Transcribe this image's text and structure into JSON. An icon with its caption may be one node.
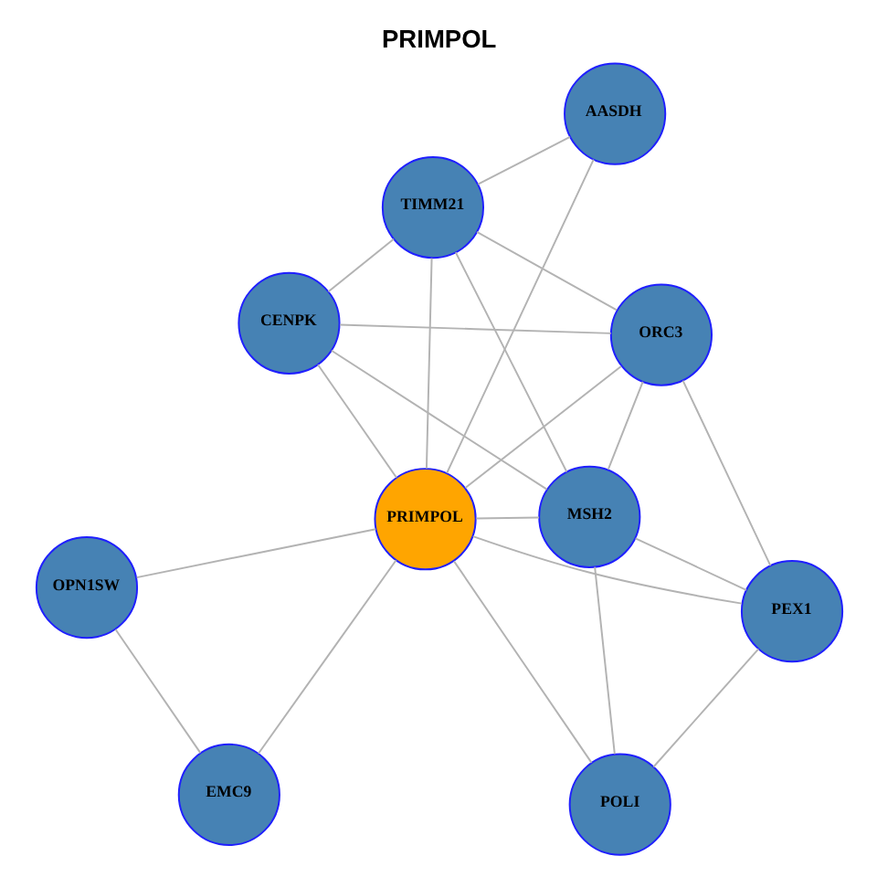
{
  "diagram": {
    "title": "PRIMPOL",
    "nodes": [
      {
        "text": [
          "OPN1SW"
        ]
      },
      {
        "text": [
          "AASDH"
        ]
      },
      {
        "text": [
          "EMC9"
        ]
      },
      {
        "text": [
          "PRIMPOL"
        ]
      },
      {
        "text": [
          "TIMM21"
        ]
      },
      {
        "text": [
          "ORC3"
        ]
      },
      {
        "text": [
          "CENPK"
        ]
      },
      {
        "text": [
          "PEX1"
        ]
      },
      {
        "text": [
          "MSH2"
        ]
      },
      {
        "text": [
          "POLI"
        ]
      }
    ],
    "edges": [
      {
        "from": 0,
        "to": 3,
        "arrow": "none"
      },
      {
        "from": 0,
        "to": 2,
        "arrow": "none"
      },
      {
        "from": 1,
        "to": 3,
        "arrow": "none"
      },
      {
        "from": 1,
        "to": 4,
        "arrow": "none"
      },
      {
        "from": 2,
        "to": 3,
        "arrow": "none"
      },
      {
        "from": 4,
        "to": 3,
        "arrow": "none"
      },
      {
        "from": 4,
        "to": 6,
        "arrow": "none"
      },
      {
        "from": 4,
        "to": 5,
        "arrow": "none"
      },
      {
        "from": 4,
        "to": 8,
        "arrow": "none"
      },
      {
        "from": 3,
        "to": 6,
        "arrow": "none"
      },
      {
        "from": 3,
        "to": 5,
        "arrow": "none"
      },
      {
        "from": 3,
        "to": 8,
        "arrow": "none"
      },
      {
        "from": 3,
        "to": 7,
        "arrow": "none"
      },
      {
        "from": 3,
        "to": 9,
        "arrow": "none"
      },
      {
        "from": 6,
        "to": 5,
        "arrow": "none"
      },
      {
        "from": 6,
        "to": 8,
        "arrow": "none"
      },
      {
        "from": 5,
        "to": 8,
        "arrow": "none"
      },
      {
        "from": 5,
        "to": 7,
        "arrow": "none"
      },
      {
        "from": 8,
        "to": 7,
        "arrow": "none"
      },
      {
        "from": 8,
        "to": 9,
        "arrow": "none"
      },
      {
        "from": 7,
        "to": 9,
        "arrow": "none"
      }
    ]
  }
}
